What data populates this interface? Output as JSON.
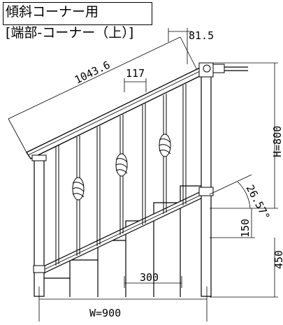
{
  "title": {
    "line1": "傾斜コーナー用",
    "line2": "[端部-コーナー（上）]"
  },
  "dimensions": {
    "rail_length": "1043.6",
    "offset": "81.5",
    "baluster_pitch": "117",
    "height": "H=800",
    "angle": "26.57°",
    "step_rise": "150",
    "step_run": "300",
    "base_height": "450",
    "width": "W=900"
  }
}
